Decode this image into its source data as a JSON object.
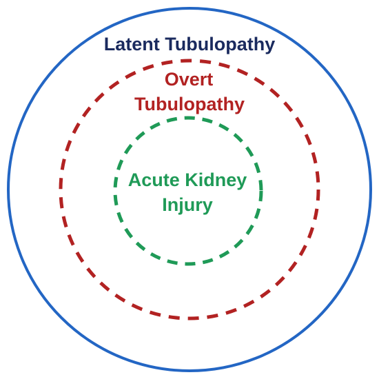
{
  "diagram": {
    "outer": {
      "label": "Latent Tubulopathy",
      "color": "#2366c4",
      "line_style": "solid"
    },
    "middle": {
      "label_line1": "Overt",
      "label_line2": "Tubulopathy",
      "color": "#b22222",
      "line_style": "dashed"
    },
    "inner": {
      "label_line1": "Acute Kidney",
      "label_line2": "Injury",
      "color": "#1f9a57",
      "line_style": "dashed"
    },
    "title_color": "#1a2a5e"
  }
}
